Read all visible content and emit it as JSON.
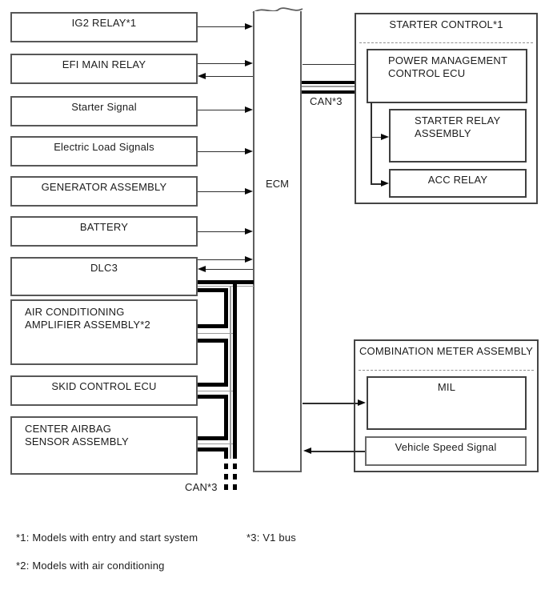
{
  "left_column": {
    "boxes": [
      {
        "label": "IG2 RELAY*1"
      },
      {
        "label": "EFI MAIN RELAY"
      },
      {
        "label": "Starter Signal"
      },
      {
        "label": "Electric Load Signals"
      },
      {
        "label": "GENERATOR ASSEMBLY"
      },
      {
        "label": "BATTERY"
      },
      {
        "label": "DLC3"
      },
      {
        "label": "AIR CONDITIONING AMPLIFIER ASSEMBLY*2"
      },
      {
        "label": "SKID CONTROL ECU"
      },
      {
        "label": "CENTER AIRBAG SENSOR ASSEMBLY"
      }
    ]
  },
  "ecm": {
    "label": "ECM"
  },
  "starter_control": {
    "title": "STARTER CONTROL*1",
    "power_management_label": "POWER MANAGEMENT CONTROL ECU",
    "starter_relay_label": "STARTER RELAY ASSEMBLY",
    "acc_relay_label": "ACC RELAY"
  },
  "combination_meter": {
    "title": "COMBINATION METER ASSEMBLY",
    "mil_label": "MIL",
    "vehicle_speed_label": "Vehicle Speed Signal"
  },
  "can": {
    "right_label": "CAN*3",
    "bottom_label": "CAN*3"
  },
  "footnotes": {
    "note1": "*1: Models with entry and start system",
    "note3": "*3: V1 bus",
    "note2": "*2: Models with air conditioning"
  },
  "colors": {
    "bus": "#000000",
    "signal_line": "#2e2e2e",
    "box_border": "#575757",
    "background": "#ffffff"
  }
}
